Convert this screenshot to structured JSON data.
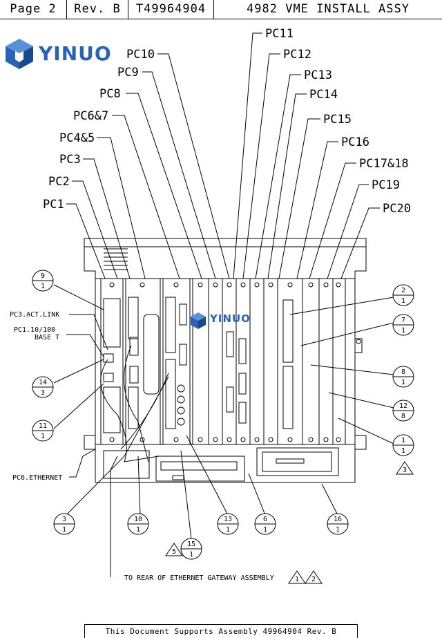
{
  "header": {
    "page": "Page 2",
    "rev": "Rev. B",
    "doc_number": "T49964904",
    "title": "4982 VME INSTALL ASSY"
  },
  "logo": {
    "text": "YINUO",
    "color": "#2a63b5"
  },
  "watermark": {
    "text": "YINUO"
  },
  "callouts": {
    "pc1": "PC1",
    "pc2": "PC2",
    "pc3": "PC3",
    "pc4_5": "PC4&5",
    "pc6_7": "PC6&7",
    "pc8": "PC8",
    "pc9": "PC9",
    "pc10": "PC10",
    "pc11": "PC11",
    "pc12": "PC12",
    "pc13": "PC13",
    "pc14": "PC14",
    "pc15": "PC15",
    "pc16": "PC16",
    "pc17_18": "PC17&18",
    "pc19": "PC19",
    "pc20": "PC20"
  },
  "side_labels": {
    "pc3_act_link": "PC3.ACT.LINK",
    "pc1_10_100": "PC1.10/100",
    "base_t": "BASE T",
    "pc6_ethernet": "PC6.ETHERNET",
    "ethernet_note": "TO REAR OF ETHERNET GATEWAY ASSEMBLY"
  },
  "balloons": [
    {
      "top": "9",
      "bottom": "1"
    },
    {
      "top": "14",
      "bottom": "3"
    },
    {
      "top": "11",
      "bottom": "1"
    },
    {
      "top": "3",
      "bottom": "1"
    },
    {
      "top": "10",
      "bottom": "1"
    },
    {
      "top": "15",
      "bottom": "1"
    },
    {
      "top": "13",
      "bottom": "1"
    },
    {
      "top": "6",
      "bottom": "1"
    },
    {
      "top": "16",
      "bottom": "1"
    },
    {
      "top": "2",
      "bottom": "1"
    },
    {
      "top": "7",
      "bottom": "1"
    },
    {
      "top": "8",
      "bottom": "1"
    },
    {
      "top": "12",
      "bottom": "8"
    },
    {
      "top": "1",
      "bottom": "1"
    }
  ],
  "triangles": [
    "5",
    "3",
    "1",
    "2"
  ],
  "footer": {
    "text": "This Document Supports Assembly 49964904 Rev. B"
  }
}
